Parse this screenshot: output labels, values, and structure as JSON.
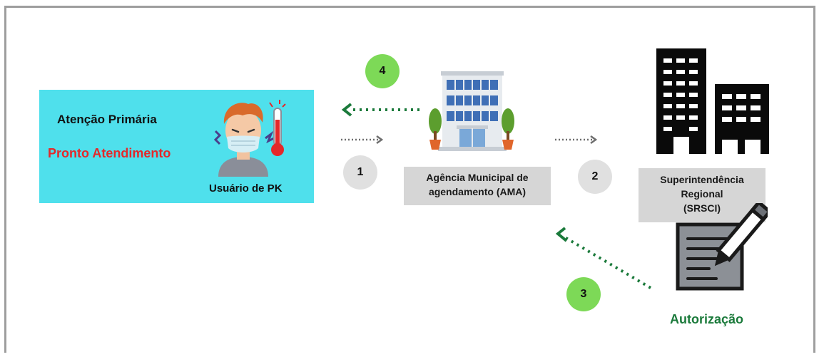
{
  "primary_care": {
    "title": "Atenção Primária",
    "subtitle": "Pronto Atendimento",
    "patient_label": "Usuário de PK"
  },
  "ama": {
    "label_line1": "Agência Municipal de",
    "label_line2": "agendamento (AMA)"
  },
  "srsci": {
    "label_line1": "Superintendência",
    "label_line2": "Regional",
    "label_line3": "(SRSCI)"
  },
  "authorization": {
    "label": "Autorização"
  },
  "steps": {
    "step1": "1",
    "step2": "2",
    "step3": "3",
    "step4": "4"
  },
  "colors": {
    "primary_box": "#4fe0ec",
    "highlight_red": "#e4282a",
    "green_step": "#7dd957",
    "green_arrow": "#1b7a3b",
    "gray_step": "#e0e0e0",
    "label_box": "#d6d6d6"
  },
  "icons": {
    "patient": "sick-person-thermometer-icon",
    "ama": "municipal-building-icon",
    "srsci": "office-towers-icon",
    "authorization": "signed-document-pen-icon"
  }
}
